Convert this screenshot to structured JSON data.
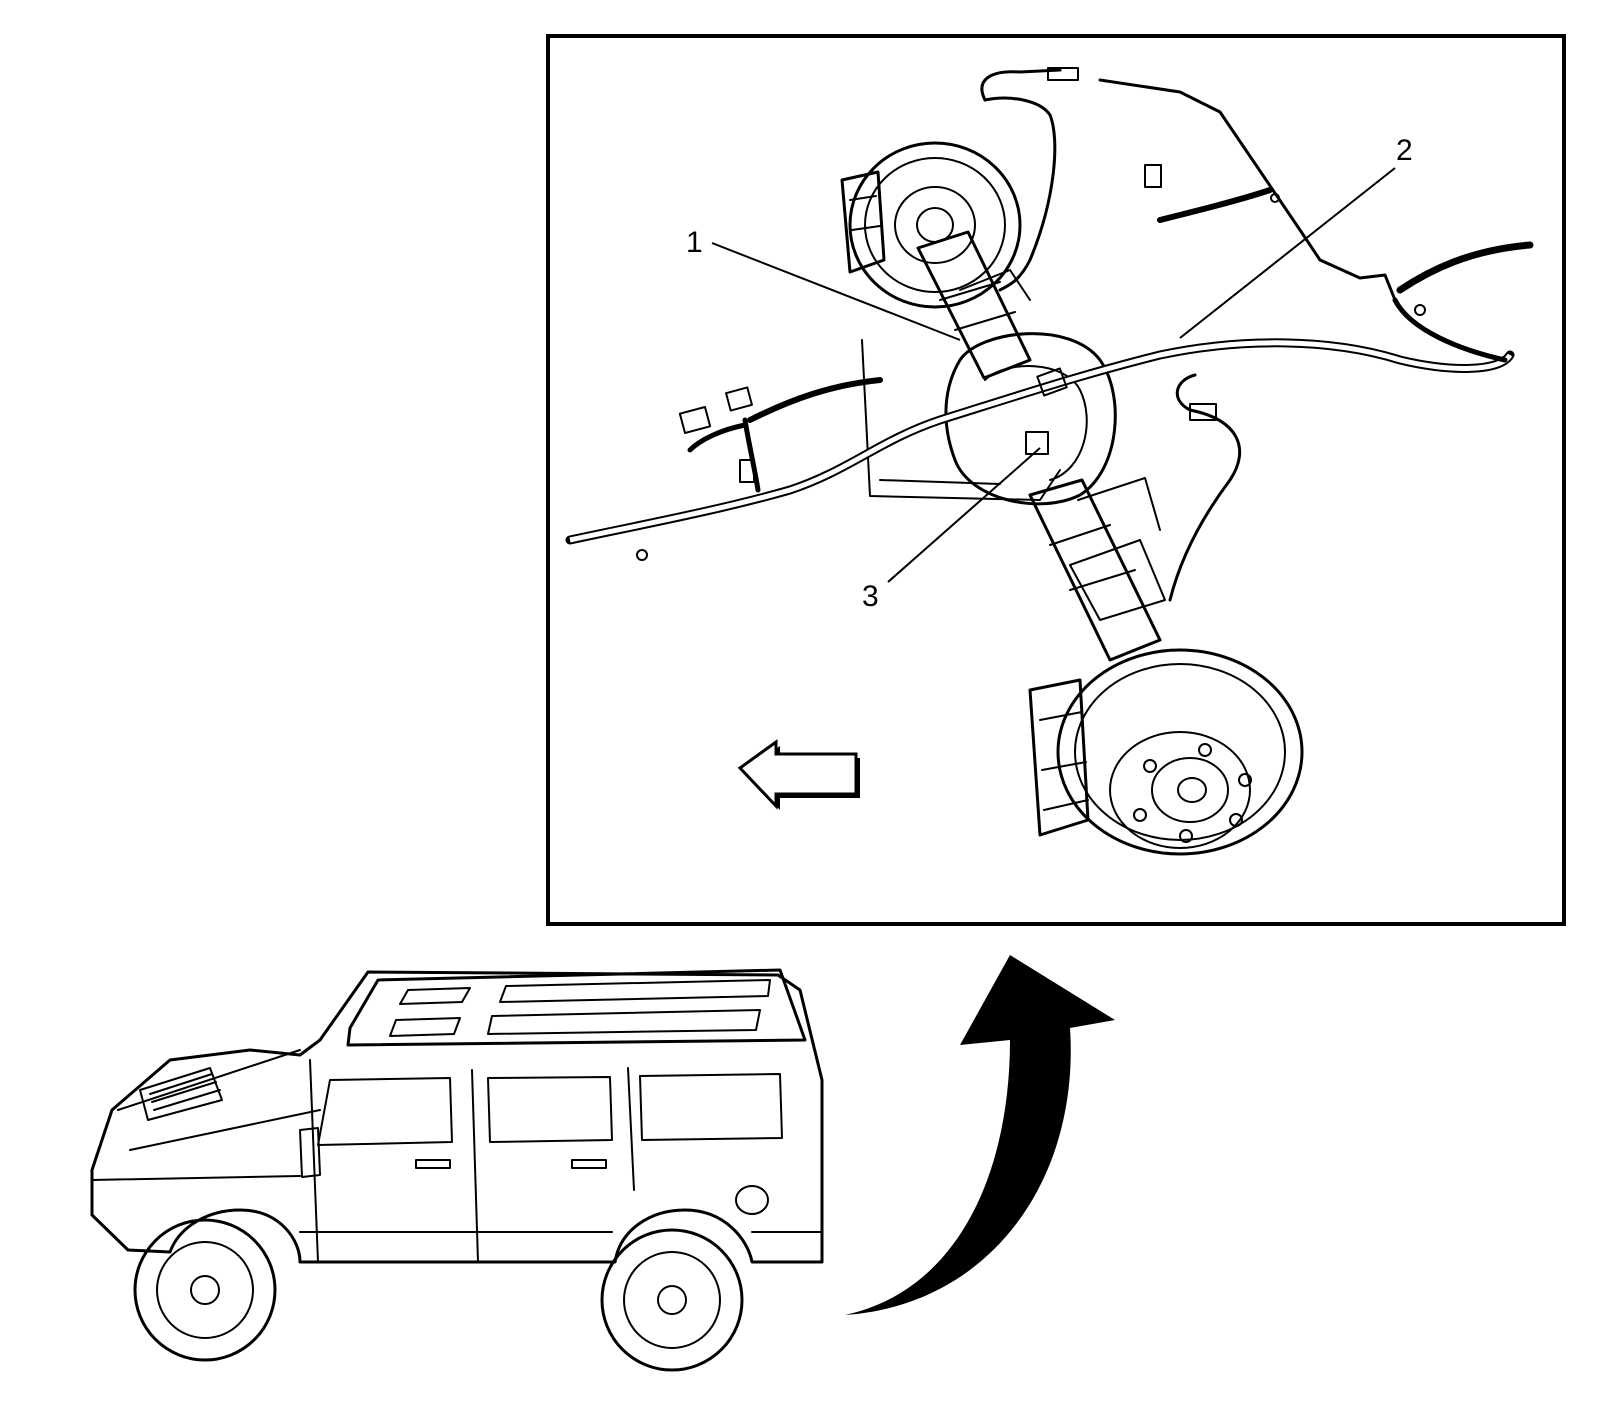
{
  "callouts": {
    "c1": "1",
    "c2": "2",
    "c3": "3"
  },
  "colors": {
    "ink": "#000000",
    "paper": "#ffffff"
  },
  "icons": {
    "direction_arrow": "left-arrow-icon",
    "transition_arrow": "curved-arrow-icon"
  }
}
